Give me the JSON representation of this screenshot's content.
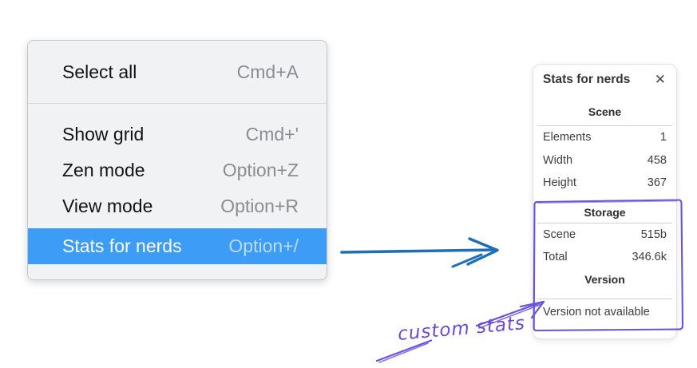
{
  "menu": {
    "groups": [
      {
        "items": [
          {
            "label": "Select all",
            "shortcut": "Cmd+A",
            "highlighted": false
          }
        ]
      },
      {
        "items": [
          {
            "label": "Show grid",
            "shortcut": "Cmd+'",
            "highlighted": false
          },
          {
            "label": "Zen mode",
            "shortcut": "Option+Z",
            "highlighted": false
          },
          {
            "label": "View mode",
            "shortcut": "Option+R",
            "highlighted": false
          },
          {
            "label": "Stats for nerds",
            "shortcut": "Option+/",
            "highlighted": true
          }
        ]
      }
    ]
  },
  "stats_panel": {
    "title": "Stats for nerds",
    "close_icon": "✕",
    "sections": [
      {
        "heading": "Scene",
        "rows": [
          [
            "Elements",
            "1"
          ],
          [
            "Width",
            "458"
          ],
          [
            "Height",
            "367"
          ]
        ]
      },
      {
        "heading": "Storage",
        "rows": [
          [
            "Scene",
            "515b"
          ],
          [
            "Total",
            "346.6k"
          ]
        ]
      },
      {
        "heading": "Version",
        "rows": [],
        "message": "Version not available"
      }
    ]
  },
  "annotation": {
    "label": "custom stats"
  },
  "colors": {
    "menu_highlight": "#3d9cf5",
    "menu_background": "#f0f2f3",
    "arrow_blue": "#1f6fb8",
    "annotation_purple": "#6b4bcf",
    "highlight_box_purple": "#6c52d9"
  }
}
